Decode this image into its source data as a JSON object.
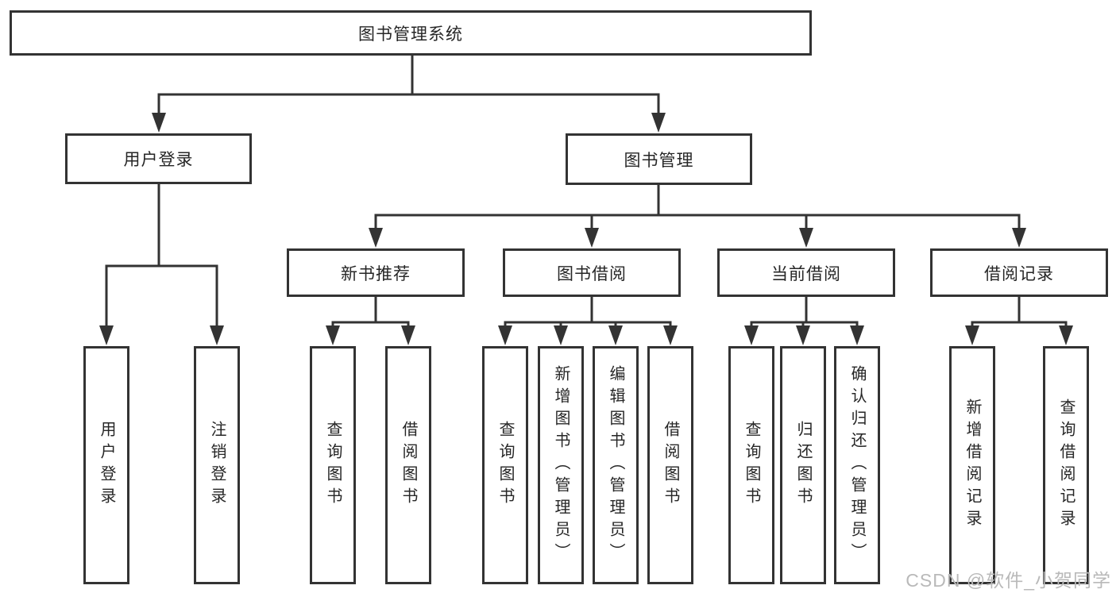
{
  "diagram": {
    "root": {
      "label": "图书管理系统"
    },
    "branches": [
      {
        "label": "用户登录",
        "leaves": [
          {
            "label": "用户登录"
          },
          {
            "label": "注销登录"
          }
        ]
      },
      {
        "label": "图书管理",
        "groups": [
          {
            "label": "新书推荐",
            "leaves": [
              {
                "label": "查询图书"
              },
              {
                "label": "借阅图书"
              }
            ]
          },
          {
            "label": "图书借阅",
            "leaves": [
              {
                "label": "查询图书"
              },
              {
                "label": "新增图书（管理员）"
              },
              {
                "label": "编辑图书（管理员）"
              },
              {
                "label": "借阅图书"
              }
            ]
          },
          {
            "label": "当前借阅",
            "leaves": [
              {
                "label": "查询图书"
              },
              {
                "label": "归还图书"
              },
              {
                "label": "确认归还（管理员）"
              }
            ]
          },
          {
            "label": "借阅记录",
            "leaves": [
              {
                "label": "新增借阅记录"
              },
              {
                "label": "查询借阅记录"
              }
            ]
          }
        ]
      }
    ]
  },
  "watermark": {
    "text": "CSDN @软件_小贺同学"
  },
  "colors": {
    "line": "#333333",
    "text": "#262626",
    "background": "#ffffff",
    "watermark": "#b9b9b9"
  }
}
